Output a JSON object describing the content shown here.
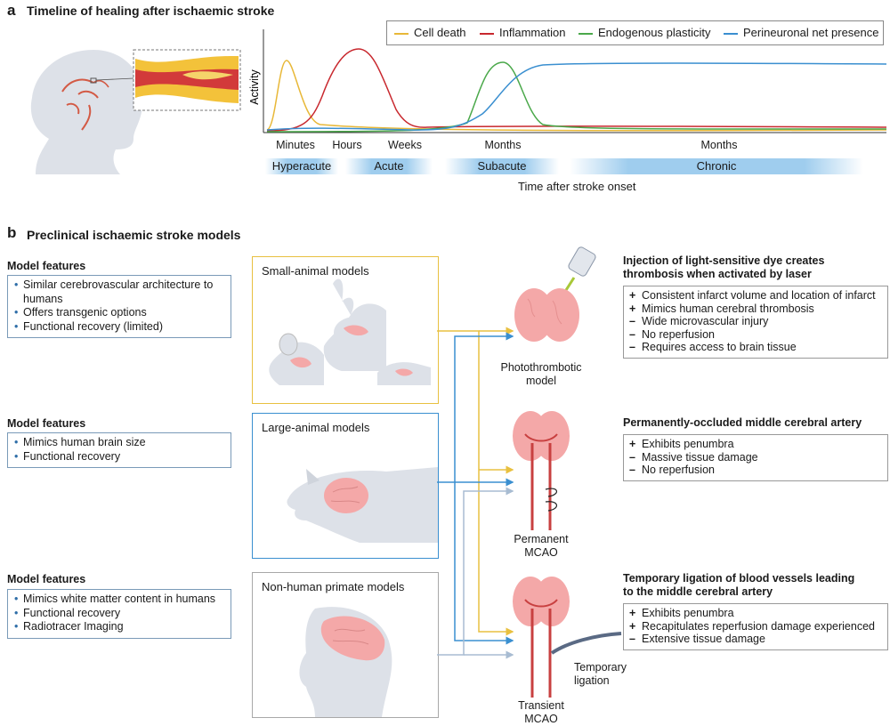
{
  "panel_a": {
    "letter": "a",
    "title": "Timeline of healing after ischaemic stroke",
    "y_axis_label": "Activity",
    "legend": [
      {
        "label": "Cell death",
        "color": "#e8b838"
      },
      {
        "label": "Inflammation",
        "color": "#c8282e"
      },
      {
        "label": "Endogenous plasticity",
        "color": "#4aa84a"
      },
      {
        "label": "Perineuronal net presence",
        "color": "#3a8fd0"
      }
    ],
    "time_ticks": [
      "Minutes",
      "Hours",
      "Weeks",
      "Months",
      "Months"
    ],
    "phases": [
      "Hyperacute",
      "Acute",
      "Subacute",
      "Chronic"
    ],
    "x_axis_label": "Time after stroke onset"
  },
  "panel_b": {
    "letter": "b",
    "title": "Preclinical ischaemic stroke models",
    "feature_groups": [
      {
        "title": "Model features",
        "items": [
          "Similar cerebrovascular architecture to humans",
          "Offers transgenic options",
          "Functional recovery (limited)"
        ]
      },
      {
        "title": "Model features",
        "items": [
          "Mimics human brain size",
          "Functional recovery"
        ]
      },
      {
        "title": "Model features",
        "items": [
          "Mimics white matter content in humans",
          "Functional recovery",
          "Radiotracer Imaging"
        ]
      }
    ],
    "models": [
      {
        "label": "Small-animal models",
        "color": "#e8c040"
      },
      {
        "label": "Large-animal models",
        "color": "#3a8fd0"
      },
      {
        "label": "Non-human primate models",
        "color": "#a8a8a8"
      }
    ],
    "stroke_models": [
      {
        "caption_lines": [
          "Photothrombotic",
          "model"
        ]
      },
      {
        "caption_lines": [
          "Permanent",
          "MCAO"
        ]
      },
      {
        "caption_lines": [
          "Transient",
          "MCAO"
        ]
      }
    ],
    "ligation_label_lines": [
      "Temporary",
      "ligation"
    ],
    "outcomes": [
      {
        "title_lines": [
          "Injection of light-sensitive dye creates",
          "thrombosis when activated by laser"
        ],
        "items": [
          {
            "sign": "+",
            "text": "Consistent infarct volume and location of infarct"
          },
          {
            "sign": "+",
            "text": "Mimics human cerebral thrombosis"
          },
          {
            "sign": "–",
            "text": "Wide microvascular injury"
          },
          {
            "sign": "–",
            "text": "No reperfusion"
          },
          {
            "sign": "–",
            "text": "Requires access to brain tissue"
          }
        ]
      },
      {
        "title_lines": [
          "Permanently-occluded middle cerebral artery"
        ],
        "items": [
          {
            "sign": "+",
            "text": "Exhibits penumbra"
          },
          {
            "sign": "–",
            "text": "Massive tissue damage"
          },
          {
            "sign": "–",
            "text": "No reperfusion"
          }
        ]
      },
      {
        "title_lines": [
          "Temporary ligation of blood vessels leading",
          "to the middle cerebral artery"
        ],
        "items": [
          {
            "sign": "+",
            "text": "Exhibits penumbra"
          },
          {
            "sign": "+",
            "text": "Recapitulates reperfusion damage experienced"
          },
          {
            "sign": "–",
            "text": "Extensive tissue damage"
          }
        ]
      }
    ]
  }
}
